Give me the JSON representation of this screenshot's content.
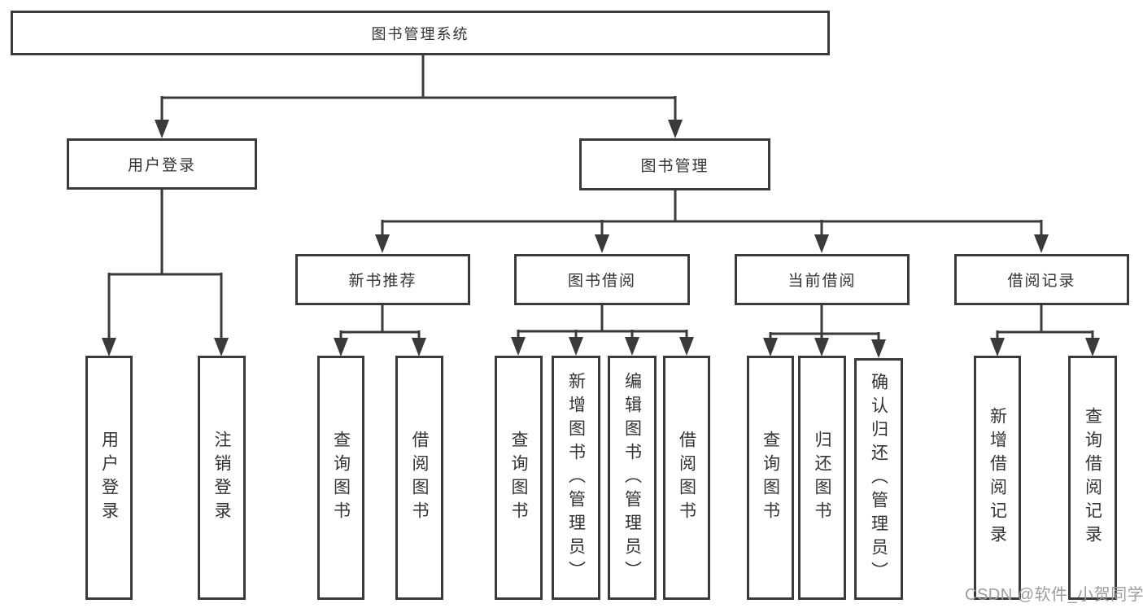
{
  "diagram": {
    "title": "图书管理系统",
    "root": {
      "label": "图书管理系统"
    },
    "level2": [
      {
        "label": "用户登录"
      },
      {
        "label": "图书管理"
      }
    ],
    "level3": [
      {
        "label": "新书推荐"
      },
      {
        "label": "图书借阅"
      },
      {
        "label": "当前借阅"
      },
      {
        "label": "借阅记录"
      }
    ],
    "leaves": {
      "user_login": [
        {
          "label": "用户登录"
        },
        {
          "label": "注销登录"
        }
      ],
      "new_book": [
        {
          "label": "查询图书"
        },
        {
          "label": "借阅图书"
        }
      ],
      "book_borrow": [
        {
          "label": "查询图书"
        },
        {
          "label": "新增图书（管理员）"
        },
        {
          "label": "编辑图书（管理员）"
        },
        {
          "label": "借阅图书"
        }
      ],
      "current_borrow": [
        {
          "label": "查询图书"
        },
        {
          "label": "归还图书"
        },
        {
          "label": "确认归还（管理员）"
        }
      ],
      "borrow_record": [
        {
          "label": "新增借阅记录"
        },
        {
          "label": "查询借阅记录"
        }
      ]
    }
  },
  "watermark": {
    "text": "CSDN @软件_小贺同学"
  },
  "colors": {
    "line": "#3a3a3a",
    "text": "#333333",
    "background": "#ffffff",
    "watermark": "#9c9c9c"
  }
}
